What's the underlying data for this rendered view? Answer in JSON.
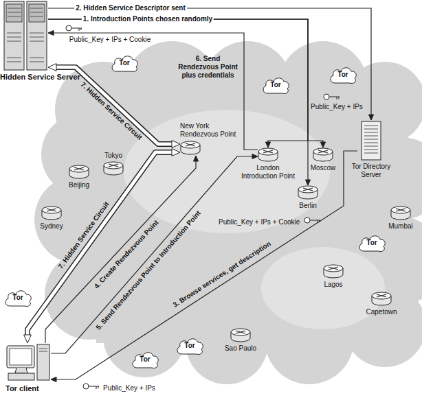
{
  "diagram": {
    "nodes": [
      {
        "text": [
          "Hidden Service Server"
        ]
      },
      {
        "text": [
          "Tor"
        ]
      },
      {
        "text": [
          "Tor"
        ]
      },
      {
        "text": [
          "Tor Directory Server"
        ]
      },
      {
        "text": [
          "Tokyo"
        ]
      },
      {
        "text": [
          "New York Rendezvous Point"
        ]
      },
      {
        "text": [
          "London Introduction Point"
        ]
      },
      {
        "text": [
          "Moscow"
        ]
      },
      {
        "text": [
          "Beijing"
        ]
      },
      {
        "text": [
          "Tor"
        ]
      },
      {
        "text": [
          "Sydney"
        ]
      },
      {
        "text": [
          "Berlin"
        ]
      },
      {
        "text": [
          "Mumbai"
        ]
      },
      {
        "text": [
          "Tor"
        ]
      },
      {
        "text": [
          "Lagos"
        ]
      },
      {
        "text": [
          "Capetown"
        ]
      },
      {
        "text": [
          "Sao Paulo"
        ]
      },
      {
        "text": [
          "Tor"
        ]
      },
      {
        "text": [
          "Tor"
        ]
      },
      {
        "text": [
          "Tor"
        ]
      },
      {
        "text": [
          "Tor client"
        ]
      }
    ],
    "edges": [
      {
        "from": 0,
        "to": 3,
        "label": "2. Hidden Service Descriptor sent",
        "arrow": "to"
      },
      {
        "from": 0,
        "to": 6,
        "arrow": "to"
      },
      {
        "from": 0,
        "to": 7,
        "arrow": "to"
      },
      {
        "from": 0,
        "to": 11,
        "label": "1. Introduction Points chosen randomly",
        "arrow": "to"
      },
      {
        "from": 6,
        "to": 0,
        "label": "Public_Key + IPs + Cookie",
        "arrow": "to"
      },
      {
        "from": 0,
        "to": 5,
        "label": "7. Hidden Service Circuit",
        "arrow": "both"
      },
      {
        "from": 20,
        "to": 5,
        "label": "7. Hidden Service Circuit",
        "arrow": "both"
      },
      {
        "from": 20,
        "to": 5,
        "label": "4. Create Rendezvous Point",
        "arrow": "to"
      },
      {
        "from": 20,
        "to": 6,
        "label": "5. Send Rendezvous Point to Introduction Point",
        "arrow": "to"
      },
      {
        "from": 3,
        "to": 20,
        "label": "3. Browse services, get description",
        "arrow": "to"
      }
    ],
    "labels": [
      "6. Send Rendezvous Point plus credentials",
      "Public_Key + IPs",
      "Public_Key + IPs + Cookie",
      "Public_Key + IPs"
    ]
  }
}
